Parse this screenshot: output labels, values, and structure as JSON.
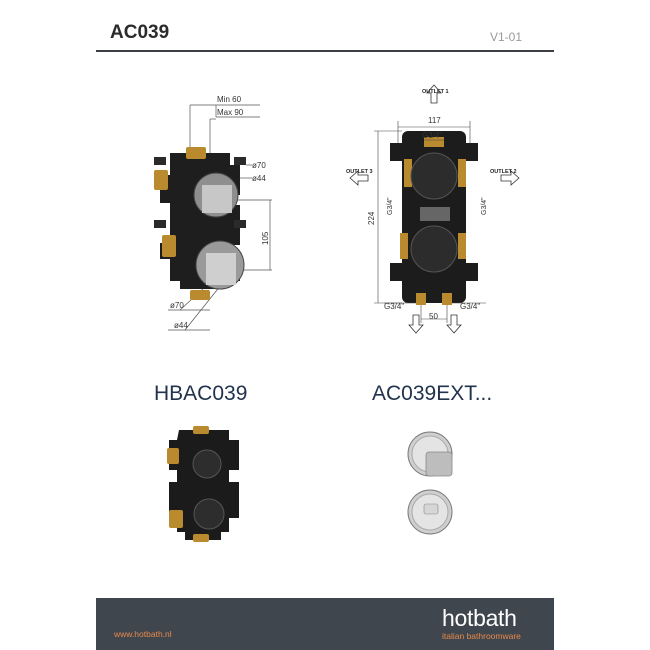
{
  "header": {
    "title": "AC039",
    "version": "V1-01"
  },
  "drawing_left": {
    "depth_min": "Min 60",
    "depth_max": "Max 90",
    "dia_70_top": "ø70",
    "dia_44_top": "ø44",
    "spacing": "105",
    "dia_70_bottom": "ø70",
    "dia_44_bottom": "ø44"
  },
  "drawing_right": {
    "outlet1": "OUTLET 1",
    "outlet2": "OUTLET 2",
    "outlet3": "OUTLET 3",
    "width": "117",
    "height": "224",
    "thread_top": "G3/4\"",
    "thread_left": "G3/4\"",
    "thread_right": "G3/4\"",
    "thread_bottom_left": "G3/4\"",
    "thread_bottom_right": "G3/4\"",
    "inlet_spacing": "50"
  },
  "products": {
    "left_code": "HBAC039",
    "right_code": "AC039EXT..."
  },
  "footer": {
    "url": "www.hotbath.nl",
    "brand": "hotbath",
    "tagline": "italian bathroomware",
    "accent_color": "#e8894b",
    "bar_color": "#40464d"
  }
}
